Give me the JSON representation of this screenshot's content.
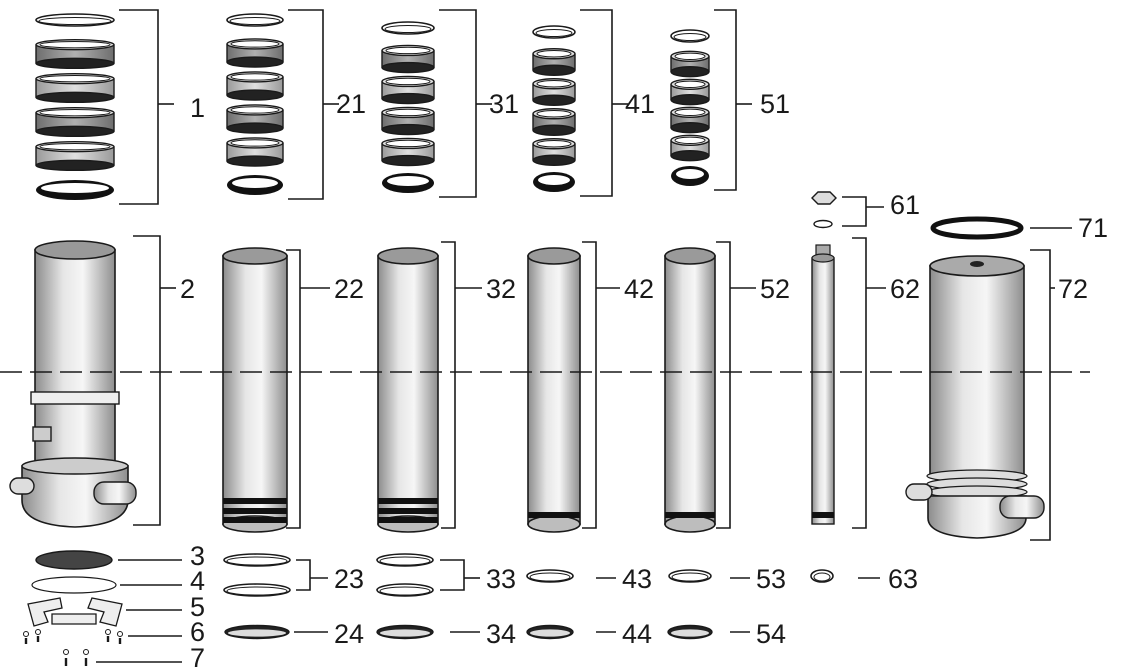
{
  "colors": {
    "line": "#1a1a1a",
    "metal_dark": "#8c8c8c",
    "metal_light": "#f4f4f4",
    "band_dark": "#7a7a7a",
    "seal_black": "#111111"
  },
  "labels": {
    "l1": "1",
    "l21": "21",
    "l31": "31",
    "l41": "41",
    "l51": "51",
    "l61": "61",
    "l71": "71",
    "l2": "2",
    "l22": "22",
    "l32": "32",
    "l42": "42",
    "l52": "52",
    "l62": "62",
    "l72": "72",
    "l3": "3",
    "l4": "4",
    "l5": "5",
    "l6": "6",
    "l7": "7",
    "l23": "23",
    "l33": "33",
    "l43": "43",
    "l53": "53",
    "l63": "63",
    "l24": "24",
    "l34": "34",
    "l44": "44",
    "l54": "54"
  }
}
